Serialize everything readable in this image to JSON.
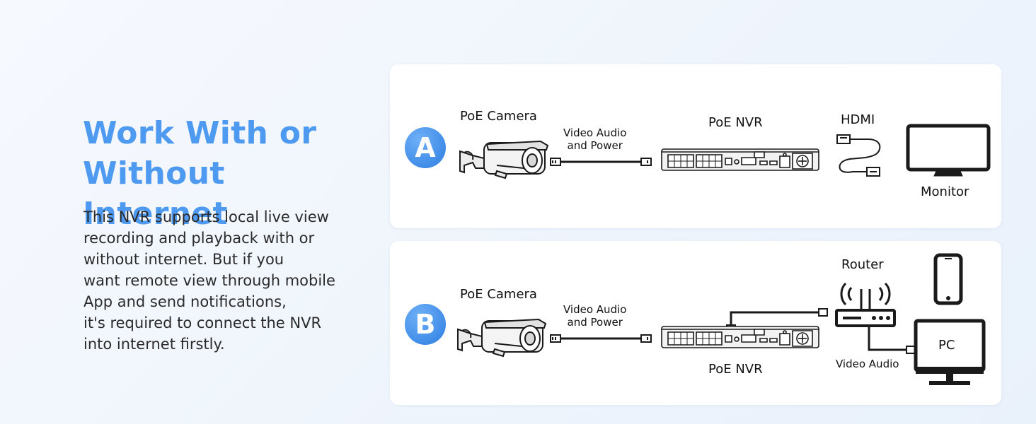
{
  "headline": [
    "Work With or",
    "Without Internet"
  ],
  "description": [
    "This NVR supports local live view",
    "recording and playback with or",
    "without internet. But if you",
    "want remote view through mobile",
    "App and send notifications,",
    "it's required to connect the NVR",
    "into internet firstly."
  ],
  "colors": {
    "accent": "#4e9af0",
    "badge": "#3f8ce8",
    "panel": "#ffffff",
    "background": "#eef4fc"
  },
  "diagram_a": {
    "badge": "A",
    "camera_label": "PoE Camera",
    "cable_label": [
      "Video Audio",
      "and Power"
    ],
    "nvr_label": "PoE NVR",
    "hdmi_label": "HDMI",
    "monitor_label": "Monitor",
    "icons": [
      "bullet-camera-icon",
      "ethernet-cable-icon",
      "nvr-icon",
      "hdmi-cable-icon",
      "monitor-icon"
    ]
  },
  "diagram_b": {
    "badge": "B",
    "camera_label": "PoE Camera",
    "cable_label": [
      "Video Audio",
      "and Power"
    ],
    "nvr_label": "PoE NVR",
    "router_label": "Router",
    "pc_label": "PC",
    "pc_cable_label": "Video Audio",
    "icons": [
      "bullet-camera-icon",
      "ethernet-cable-icon",
      "nvr-icon",
      "router-icon",
      "smartphone-icon",
      "pc-icon"
    ]
  }
}
